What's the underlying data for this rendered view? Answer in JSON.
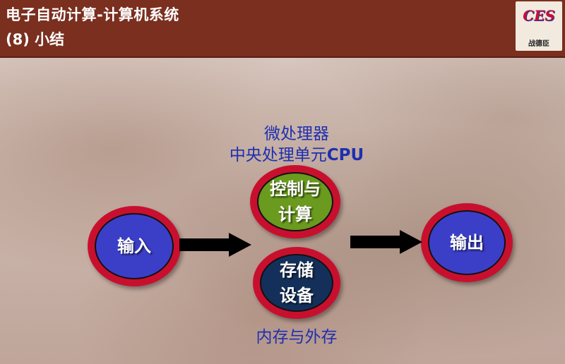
{
  "header": {
    "title_line1": "电子自动计算-计算机系统",
    "title_line2": "(8) 小结",
    "logo_text": "CES",
    "logo_sub": "战德臣"
  },
  "labels": {
    "microprocessor": "微处理器",
    "cpu_prefix": "中央处理单元",
    "cpu_suffix": "CPU",
    "memory": "内存与外存"
  },
  "nodes": {
    "input": "输入",
    "control_line1": "控制与",
    "control_line2": "计算",
    "storage_line1": "存储",
    "storage_line2": "设备",
    "output": "输出"
  },
  "colors": {
    "header_bg": "#7a2f1f",
    "ring": "#c8102e",
    "input_output_fill": "#3b3fc8",
    "control_fill": "#6a9a1e",
    "storage_fill": "#14305a",
    "label_text": "#1f2fb0"
  }
}
